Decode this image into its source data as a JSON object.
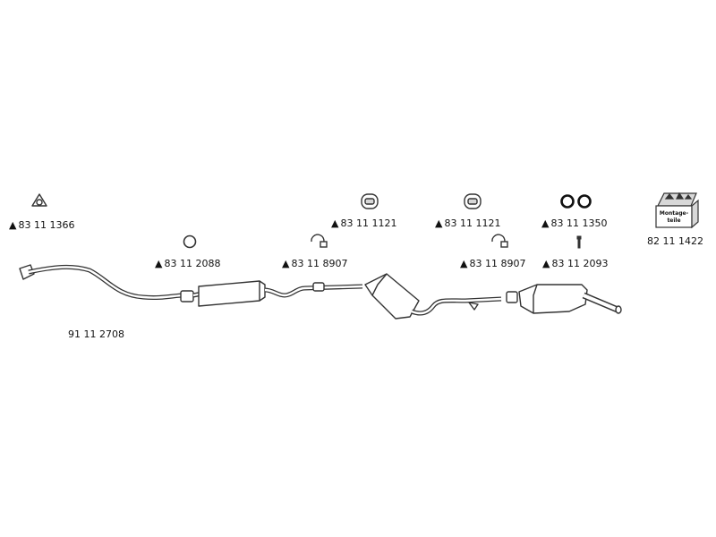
{
  "colors": {
    "line": "#333333",
    "fill": "#ffffff",
    "text": "#111111",
    "shade": "#d8d8d8"
  },
  "main_part": {
    "number": "91 11 2708"
  },
  "parts": [
    {
      "id": "gasket-triangle",
      "icon": "triangle-gasket-icon",
      "marker": "▲",
      "number": "83 11 1366"
    },
    {
      "id": "ring",
      "icon": "ring-gasket-icon",
      "marker": "▲",
      "number": "83 11 2088"
    },
    {
      "id": "clamp-1",
      "icon": "pipe-clamp-icon",
      "marker": "▲",
      "number": "83 11 8907"
    },
    {
      "id": "hanger-1",
      "icon": "rubber-hanger-icon",
      "marker": "▲",
      "number": "83 11 1121"
    },
    {
      "id": "hanger-2",
      "icon": "rubber-hanger-icon",
      "marker": "▲",
      "number": "83 11 1121"
    },
    {
      "id": "clamp-2",
      "icon": "pipe-clamp-icon",
      "marker": "▲",
      "number": "83 11 8907"
    },
    {
      "id": "o-rings",
      "icon": "o-ring-pair-icon",
      "marker": "▲",
      "number": "83 11 1350"
    },
    {
      "id": "bolt",
      "icon": "bolt-icon",
      "marker": "▲",
      "number": "83 11 2093"
    },
    {
      "id": "kit",
      "icon": "mounting-kit-box-icon",
      "marker": "",
      "number": "82 11 1422",
      "box_text_1": "Montage-",
      "box_text_2": "teile"
    }
  ]
}
